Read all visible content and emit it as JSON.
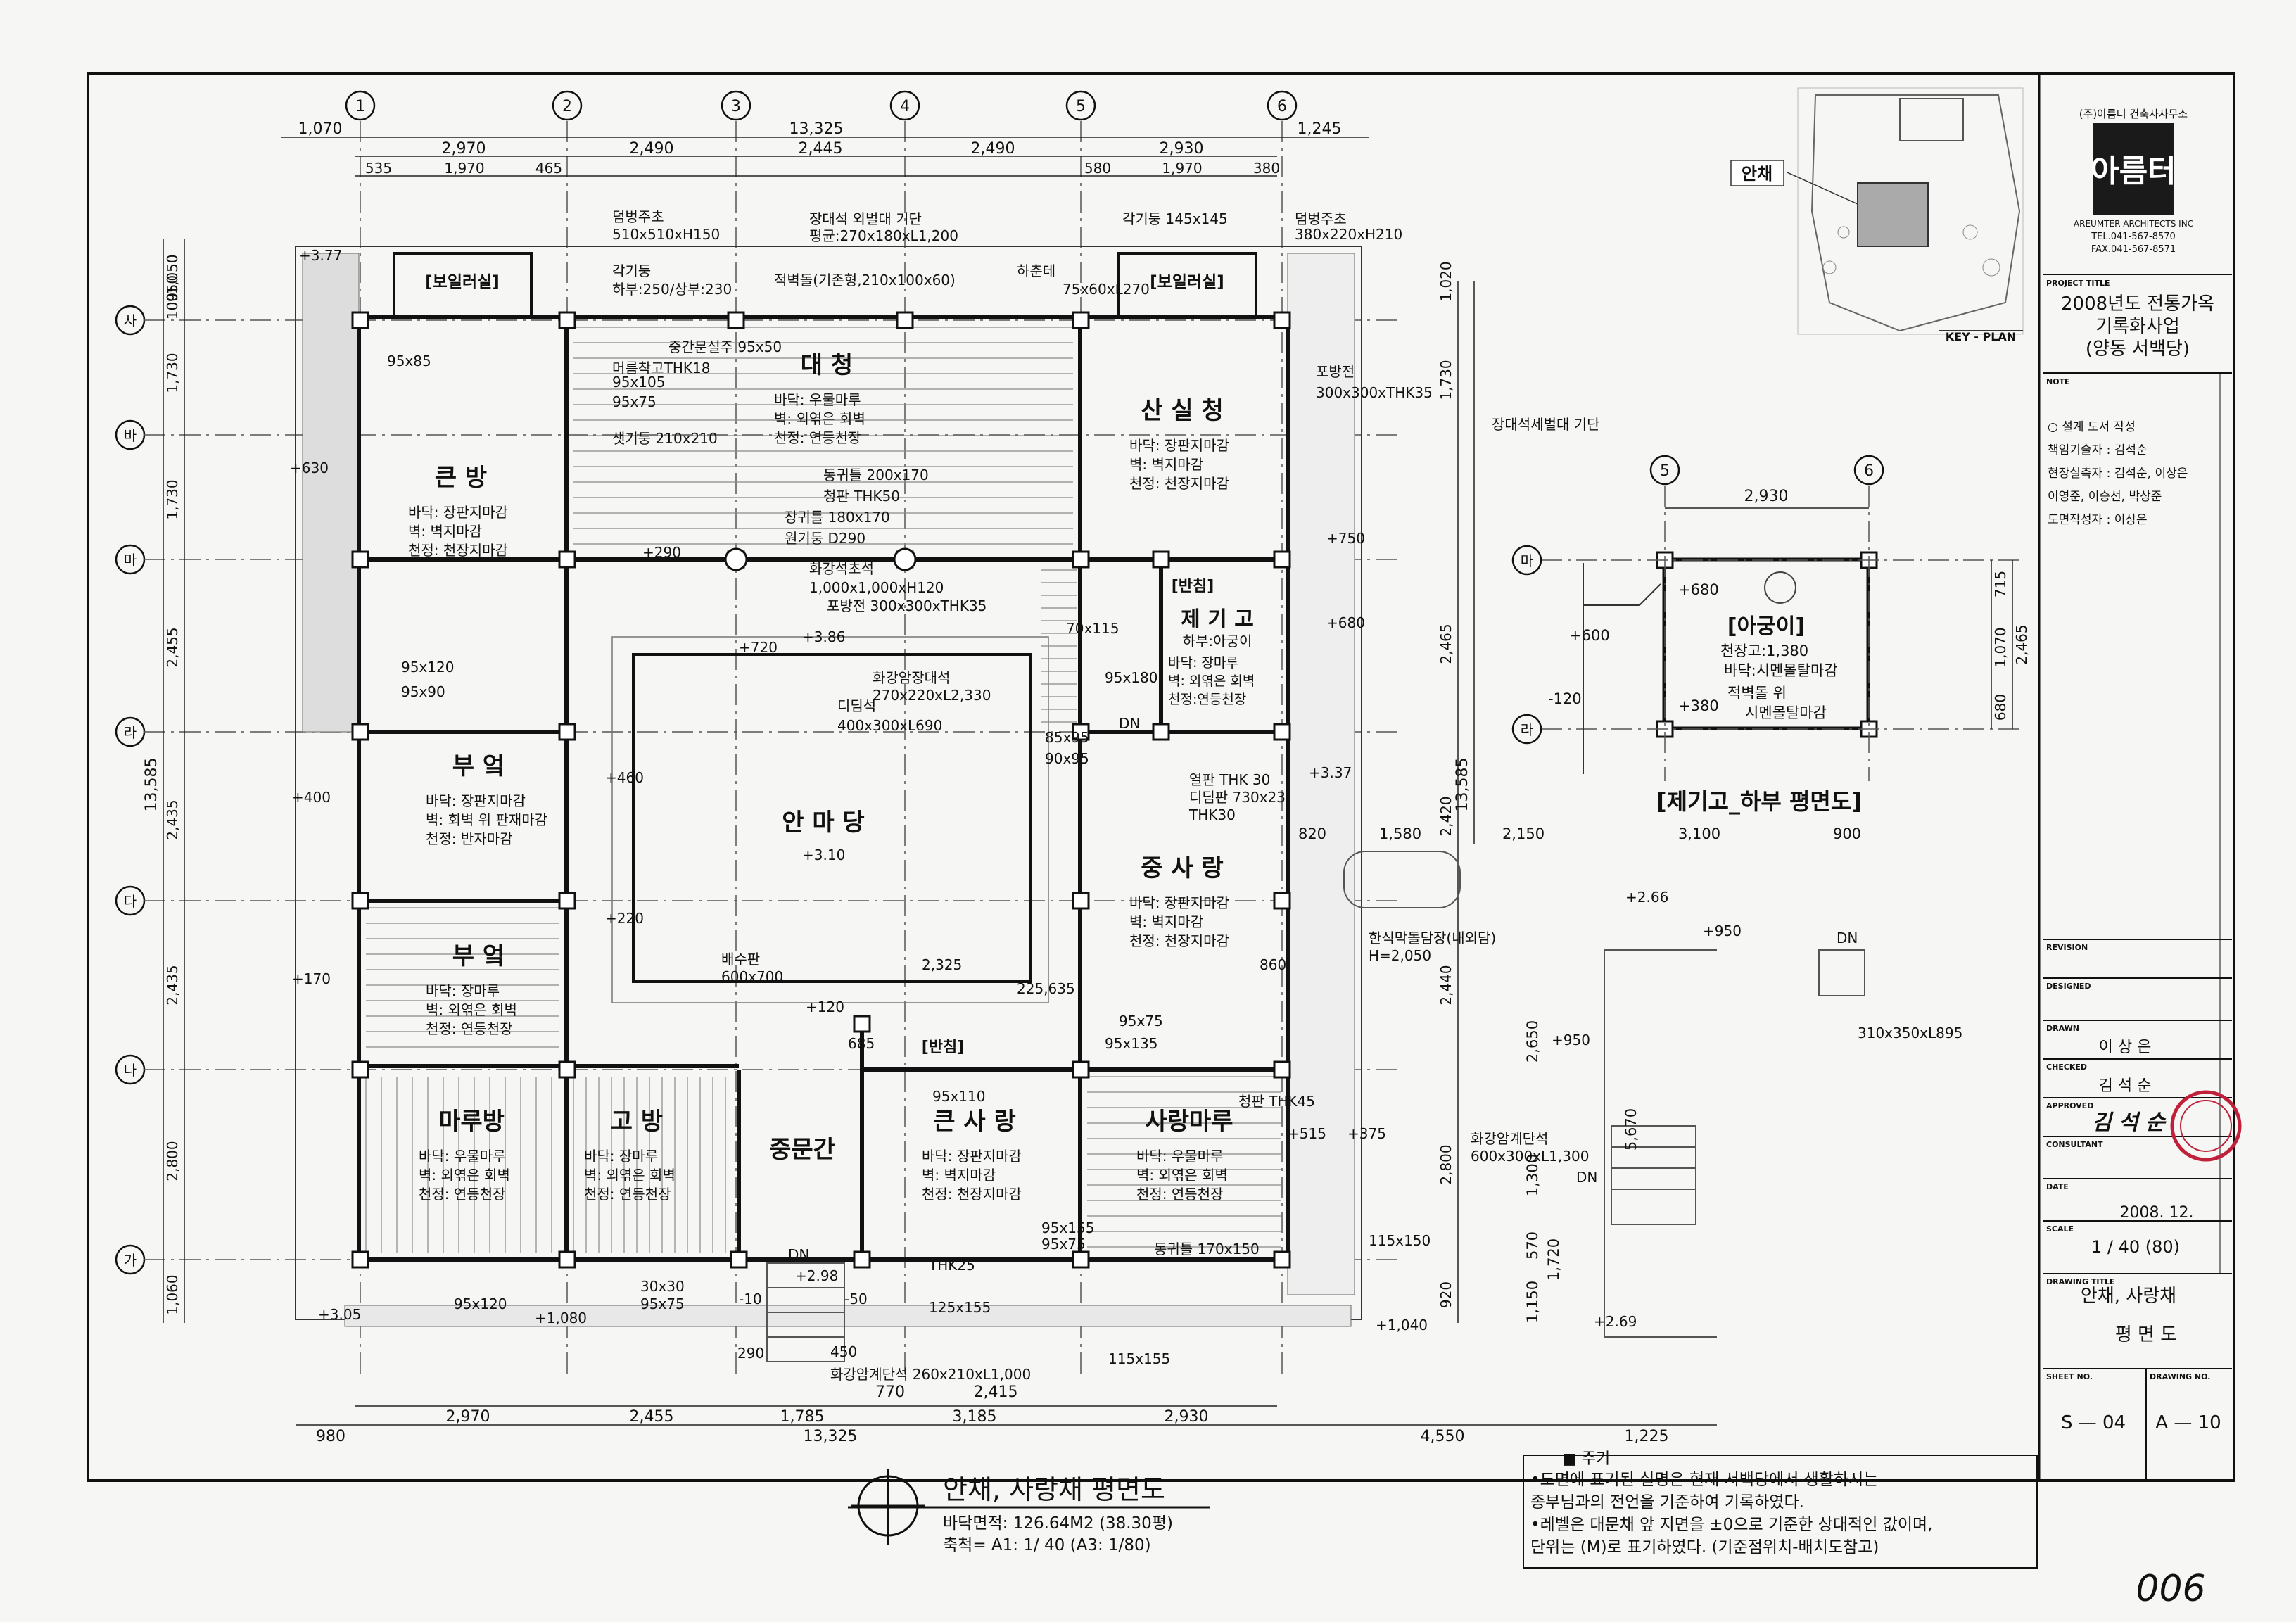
{
  "grid": {
    "bubbles": [
      "1",
      "2",
      "3",
      "4",
      "5",
      "6"
    ],
    "rows": [
      "사",
      "바",
      "마",
      "라",
      "다",
      "나",
      "가"
    ],
    "top_total": "13,325",
    "top_left": "1,070",
    "top_right": "1,245",
    "top_bays": [
      "2,970",
      "2,490",
      "2,445",
      "2,490",
      "2,930"
    ],
    "top_sub": [
      "535",
      "1,970",
      "465",
      "580",
      "1,970",
      "380"
    ],
    "bottom_bays": [
      "2,970",
      "2,455",
      "1,785",
      "3,185",
      "2,930"
    ],
    "bottom_total": "13,325",
    "bottom_left": "980",
    "bottom_extra": [
      "770",
      "2,415",
      "4,550",
      "1,225"
    ],
    "left_total": "13,585",
    "left_dims": [
      "1,050",
      "950",
      "100",
      "1,730",
      "1,730",
      "2,455",
      "2,435",
      "2,435",
      "2,800",
      "1,060"
    ],
    "right_dims": [
      "1,020",
      "1,730",
      "2,465",
      "2,420",
      "2,440",
      "2,800",
      "920"
    ],
    "right_total": "13,585"
  },
  "rooms": [
    {
      "name": "큰 방",
      "finishes": [
        "바닥: 장판지마감",
        "벽: 벽지마감",
        "천정: 천장지마감"
      ]
    },
    {
      "name": "대 청",
      "finishes": [
        "바닥: 우물마루",
        "벽: 외엮은 회벽",
        "천정: 연등천장"
      ]
    },
    {
      "name": "산 실 청",
      "finishes": [
        "바닥: 장판지마감",
        "벽: 벽지마감",
        "천정: 천장지마감"
      ]
    },
    {
      "name": "부 엌",
      "finishes": [
        "바닥: 장판지마감",
        "벽: 회벽 위 판재마감",
        "천정: 반자마감"
      ]
    },
    {
      "name": "부 엌",
      "finishes": [
        "바닥: 장마루",
        "벽: 외엮은 회벽",
        "천정: 연등천장"
      ]
    },
    {
      "name": "안 마 당",
      "finishes": []
    },
    {
      "name": "중 사 랑",
      "finishes": [
        "바닥: 장판지마감",
        "벽: 벽지마감",
        "천정: 천장지마감"
      ]
    },
    {
      "name": "마루방",
      "finishes": [
        "바닥: 우물마루",
        "벽: 외엮은 회벽",
        "천정: 연등천장"
      ]
    },
    {
      "name": "고 방",
      "finishes": [
        "바닥: 장마루",
        "벽: 외엮은 회벽",
        "천정: 연등천장"
      ]
    },
    {
      "name": "중문간",
      "finishes": []
    },
    {
      "name": "큰 사 랑",
      "finishes": [
        "바닥: 장판지마감",
        "벽: 벽지마감",
        "천정: 천장지마감"
      ]
    },
    {
      "name": "사랑마루",
      "finishes": [
        "바닥: 우물마루",
        "벽: 외엮은 회벽",
        "천정: 연등천장"
      ]
    }
  ],
  "small_rooms": {
    "boiler": "[보일러실]",
    "banchim": "[반침]",
    "jegigo": "[반침]",
    "jegigo_name": "제 기 고",
    "jegigo_sub": "하부:아궁이",
    "jegigo_fin": [
      "바닥: 장마루",
      "벽: 외엮은 회벽",
      "천정:연등천장"
    ]
  },
  "annotations": [
    "덤벙주초",
    "510x510xH150",
    "장대석 외벌대 기단",
    "평균:270x180xL1,200",
    "각기둥 145x145",
    "덤벙주초",
    "380x220xH210",
    "각기둥",
    "하부:250/상부:230",
    "적벽돌(기존형,210x100x60)",
    "하춘테",
    "75x60xL270",
    "중간문설주 95x50",
    "머름착고THK18",
    "95x105",
    "95x75",
    "샛기둥 210x210",
    "95x85",
    "포방전",
    "300x300xTHK35",
    "장대석세벌대 기단",
    "동귀틀 200x170",
    "청판 THK50",
    "장귀틀 180x170",
    "원기둥 D290",
    "화강석초석",
    "1,000x1,000xH120",
    "포방전 300x300xTHK35",
    "화강암장대석",
    "270x220xL2,330",
    "디딤석",
    "400x300xL690",
    "95x120",
    "95x90",
    "70x115",
    "95x180",
    "85x95",
    "90x95",
    "열판 THK 30",
    "디딤판 730x23",
    "THK30",
    "배수판",
    "600x700",
    "2,325",
    "860",
    "225,635",
    "95x75",
    "95x135",
    "685",
    "95x110",
    "청판 THK45",
    "화강암계단석",
    "600x300xL1,300",
    "115x150",
    "95x155",
    "95x75",
    "동귀틀 170x150",
    "THK25",
    "125x155",
    "30x30",
    "95x75",
    "95x120",
    "화강암계단석 260x210xL1,000",
    "115x155",
    "290",
    "450",
    "한식막돌담장(내외담)",
    "H=2,050",
    "310x350xL895",
    "DN",
    "DN",
    "DN",
    "DN"
  ],
  "levels": [
    "+3.77",
    "+630",
    "+290",
    "+3.86",
    "+720",
    "+750",
    "+680",
    "+460",
    "+400",
    "+3.10",
    "+220",
    "+170",
    "+120",
    "+3.37",
    "+2.66",
    "+950",
    "+950",
    "+515",
    "+375",
    "+3.05",
    "+1,080",
    "-10",
    "+2.98",
    "-50",
    "+1,040",
    "+2.69"
  ],
  "right_dims_misc": [
    "820",
    "1,580",
    "2,150",
    "3,100",
    "900",
    "2,650",
    "5,670",
    "1,300",
    "570",
    "1,720",
    "1,150"
  ],
  "jegigo_detail": {
    "title": "[제기고_하부 평면도]",
    "bubbles": [
      "5",
      "6"
    ],
    "rows": [
      "마",
      "라"
    ],
    "width": "2,930",
    "room": "[아궁이]",
    "room_sub": "천장고:1,380",
    "notes": [
      "바닥:시멘몰탈마감",
      "적벽돌 위",
      "시멘몰탈마감"
    ],
    "levels": [
      "+680",
      "+600",
      "-120",
      "+380"
    ],
    "dims": [
      "715",
      "1,070",
      "680",
      "2,465"
    ]
  },
  "keyplan": {
    "label": "안채",
    "caption": "KEY - PLAN"
  },
  "plan_title": {
    "title": "안채, 사랑채 평면도",
    "area": "바닥면적: 126.64M2 (38.30평)",
    "scale": "축척= A1: 1/ 40 (A3: 1/80)"
  },
  "notes": {
    "header": "■ 주기",
    "lines": [
      "•도면에 표기된 실명은 현재 서백당에서 생활하시는",
      " 종부님과의 전언을 기준하여 기록하였다.",
      "•레벨은 대문채 앞 지면을 ±0으로 기준한 상대적인 값이며,",
      " 단위는 (M)로 표기하였다. (기준점위치-배치도참고)"
    ]
  },
  "title_block": {
    "company": "(주)아름터 건축사사무소",
    "logo": "아름터",
    "company_en": "AREUMTER ARCHITECTS INC",
    "tel": "TEL.041-567-8570",
    "fax": "FAX.041-567-8571",
    "project_label": "PROJECT TITLE",
    "project": [
      "2008년도 전통가옥",
      "기록화사업",
      "(양동 서백당)"
    ],
    "note_label": "NOTE",
    "staff": [
      "○ 설계 도서 작성",
      "책임기술자 : 김석순",
      "현장실측자 : 김석순, 이상은",
      "이영준, 이승선, 박상준",
      "도면작성자 : 이상은"
    ],
    "revision": "REVISION",
    "designed": "DESIGNED",
    "drawn": "DRAWN",
    "drawn_by": "이 상 은",
    "checked": "CHECKED",
    "checked_by": "김 석 순",
    "approved": "APPROVED",
    "approved_by": "김 석 순",
    "consultant": "CONSULTANT",
    "date_label": "DATE",
    "date": "2008. 12.",
    "scale_label": "SCALE",
    "scale": "1 / 40 (80)",
    "dtitle_label": "DRAWING TITLE",
    "dtitle": [
      "안채, 사랑채",
      "평 면 도"
    ],
    "sheet_label": "SHEET NO.",
    "sheet": "S — 04",
    "dwg_label": "DRAWING NO.",
    "dwg": "A — 10"
  },
  "page_no": "006"
}
